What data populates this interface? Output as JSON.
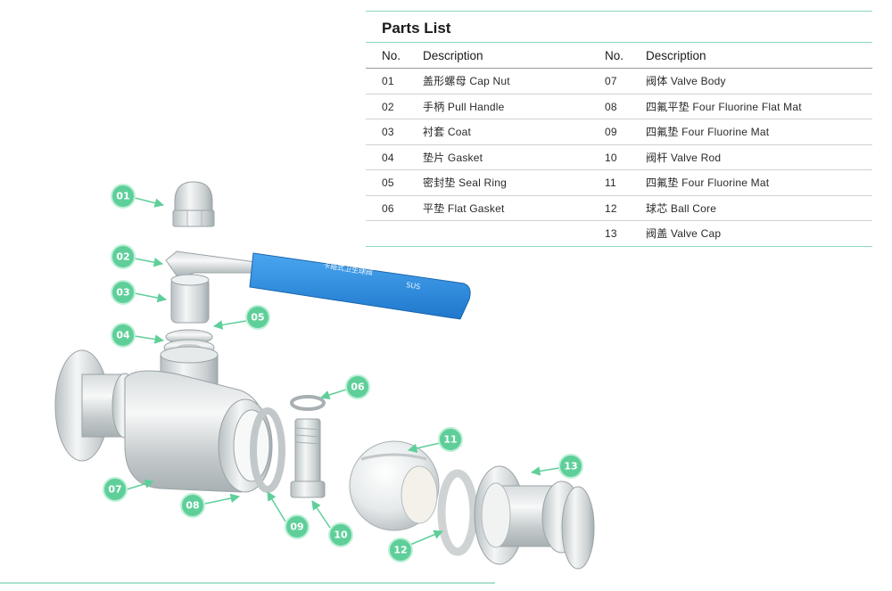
{
  "parts_list": {
    "title": "Parts List",
    "headers": {
      "no": "No.",
      "description": "Description"
    },
    "left_rows": [
      {
        "no": "01",
        "description": "盖形螺母 Cap Nut"
      },
      {
        "no": "02",
        "description": "手柄 Pull Handle"
      },
      {
        "no": "03",
        "description": "衬套 Coat"
      },
      {
        "no": "04",
        "description": "垫片 Gasket"
      },
      {
        "no": "05",
        "description": "密封垫 Seal Ring"
      },
      {
        "no": "06",
        "description": "平垫 Flat Gasket"
      }
    ],
    "right_rows": [
      {
        "no": "07",
        "description": "阀体 Valve Body"
      },
      {
        "no": "08",
        "description": "四氟平垫 Four Fluorine Flat Mat"
      },
      {
        "no": "09",
        "description": "四氟垫 Four Fluorine Mat"
      },
      {
        "no": "10",
        "description": "阀杆 Valve Rod"
      },
      {
        "no": "11",
        "description": "四氟垫 Four Fluorine Mat"
      },
      {
        "no": "12",
        "description": "球芯 Ball Core"
      },
      {
        "no": "13",
        "description": "阀盖 Valve Cap"
      }
    ]
  },
  "callouts": [
    "01",
    "02",
    "03",
    "04",
    "05",
    "06",
    "07",
    "08",
    "09",
    "10",
    "11",
    "12",
    "13"
  ],
  "handle_label": "卡箍式卫生球阀",
  "handle_sublabel": "SUS",
  "colors": {
    "callout_green": "#5fcf9a",
    "accent_line": "#8fd8bf",
    "handle_blue": "#2f8fe0",
    "steel_light": "#eef1f2",
    "steel_dark": "#9aa3a6"
  }
}
